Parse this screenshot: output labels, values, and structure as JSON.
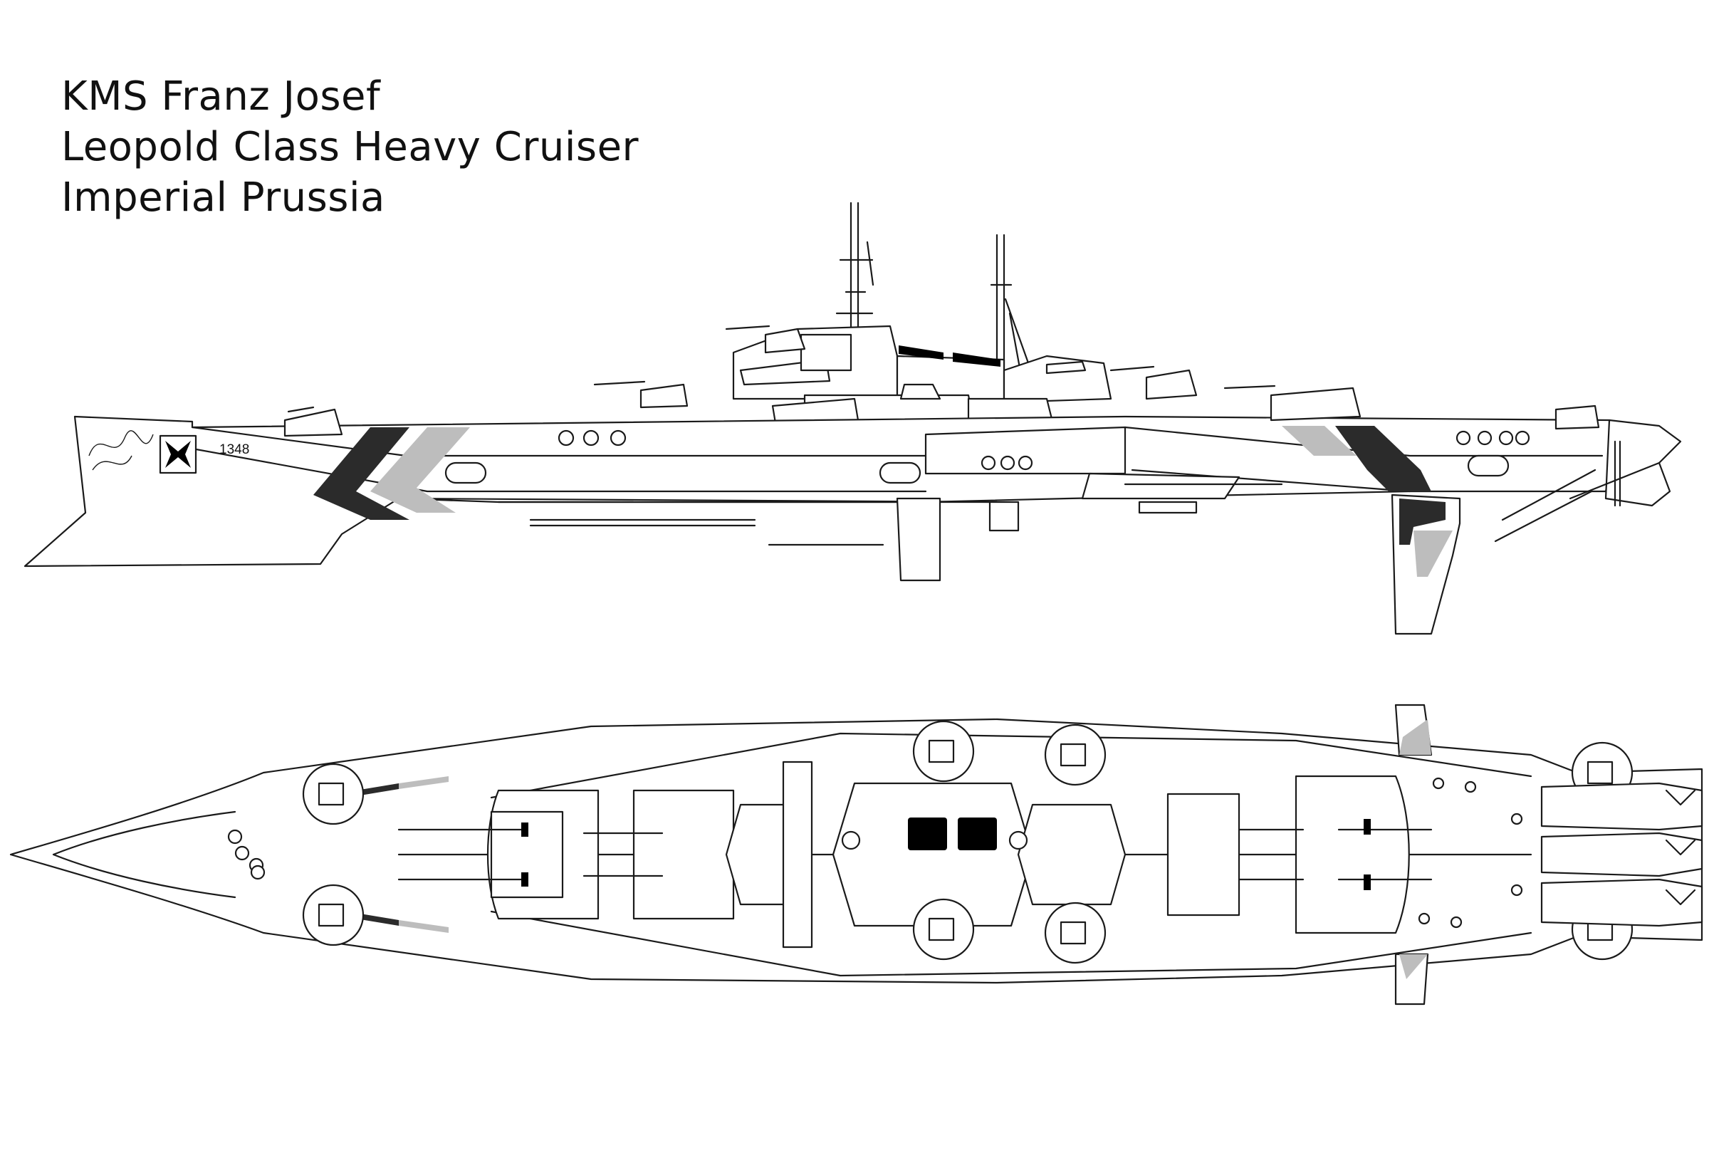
{
  "title": {
    "ship_name": "KMS Franz Josef",
    "ship_class": "Leopold Class Heavy Cruiser",
    "nation": "Imperial Prussia"
  },
  "side_view": {
    "hull_number": "1348",
    "emblem": "iron-cross-emblem"
  },
  "colors": {
    "line": "#1a1a1a",
    "stripe_dark": "#2b2b2b",
    "stripe_light": "#bdbdbd",
    "background": "#ffffff"
  }
}
